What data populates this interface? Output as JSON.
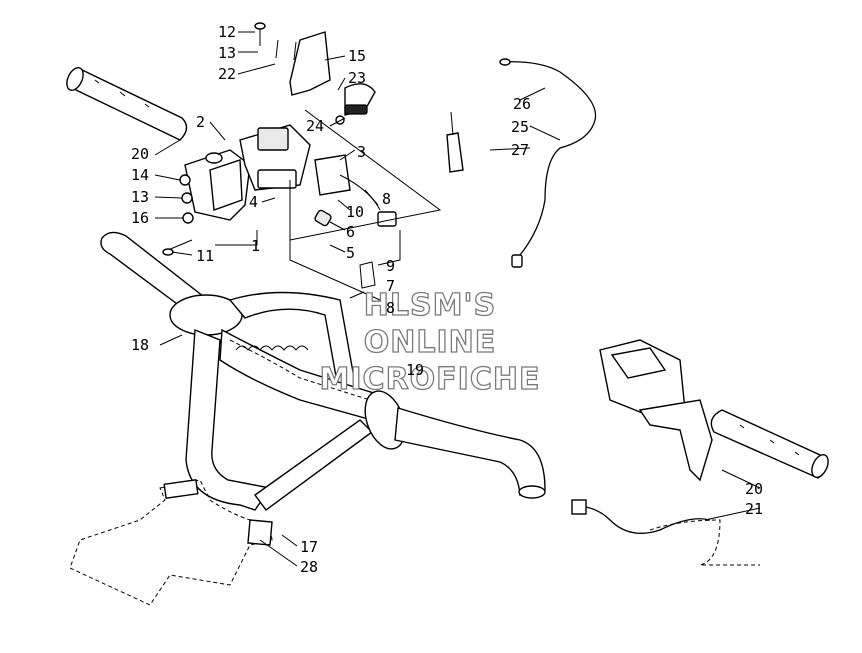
{
  "diagram": {
    "watermark": [
      "HLSM'S",
      "ONLINE",
      "MICROFICHE"
    ],
    "callouts": [
      {
        "id": "c12",
        "text": "12"
      },
      {
        "id": "c13a",
        "text": "13"
      },
      {
        "id": "c22",
        "text": "22"
      },
      {
        "id": "c15",
        "text": "15"
      },
      {
        "id": "c23",
        "text": "23"
      },
      {
        "id": "c24",
        "text": "24"
      },
      {
        "id": "c2",
        "text": "2"
      },
      {
        "id": "c20a",
        "text": "20"
      },
      {
        "id": "c14",
        "text": "14"
      },
      {
        "id": "c13b",
        "text": "13"
      },
      {
        "id": "c16",
        "text": "16"
      },
      {
        "id": "c11",
        "text": "11"
      },
      {
        "id": "c4",
        "text": "4"
      },
      {
        "id": "c1",
        "text": "1"
      },
      {
        "id": "c3",
        "text": "3"
      },
      {
        "id": "c10",
        "text": "10"
      },
      {
        "id": "c8a",
        "text": "8"
      },
      {
        "id": "c6",
        "text": "6"
      },
      {
        "id": "c5",
        "text": "5"
      },
      {
        "id": "c9",
        "text": "9"
      },
      {
        "id": "c7",
        "text": "7"
      },
      {
        "id": "c8b",
        "text": "8"
      },
      {
        "id": "c19",
        "text": "19"
      },
      {
        "id": "c18",
        "text": "18"
      },
      {
        "id": "c26",
        "text": "26"
      },
      {
        "id": "c25",
        "text": "25"
      },
      {
        "id": "c27",
        "text": "27"
      },
      {
        "id": "c20b",
        "text": "20"
      },
      {
        "id": "c21",
        "text": "21"
      },
      {
        "id": "c17",
        "text": "17"
      },
      {
        "id": "c28",
        "text": "28"
      }
    ]
  }
}
